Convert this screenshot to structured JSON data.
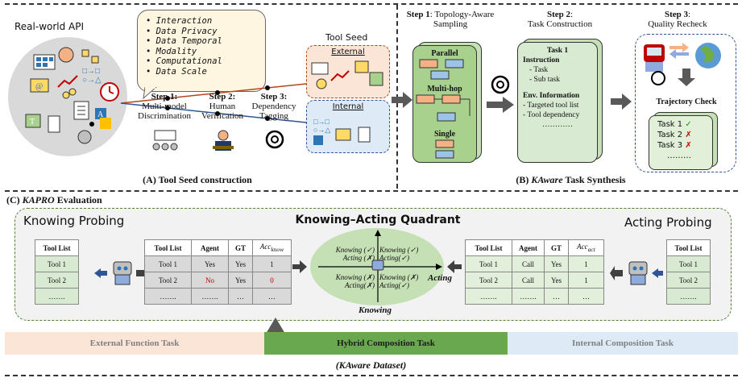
{
  "panelA": {
    "real_world_api": "Real-world API",
    "bubble_items": [
      "Interaction",
      "Data Privacy",
      "Data Temporal",
      "Modality",
      "Computational",
      "Data Scale"
    ],
    "step1": "Step 1:",
    "step1_text": [
      "Multi-model",
      "Discrimination"
    ],
    "step2": "Step 2:",
    "step2_text": [
      "Human",
      "Verification"
    ],
    "step3": "Step 3:",
    "step3_text": [
      "Dependency",
      "Tagging"
    ],
    "tool_seed": "Tool Seed",
    "external": "External",
    "internal": "Internal",
    "caption": "(A) Tool Seed construction"
  },
  "panelB": {
    "step1": "Step 1",
    "step1_text": ": Topology-Aware",
    "step1_text2": "Sampling",
    "parallel": "Parallel",
    "multihop": "Multi-hop",
    "single": "Single",
    "step2": "Step 2",
    "step2_text": "Task Construction",
    "task_title": "Task 1",
    "instruction": "Instruction",
    "task_item": "- Task",
    "subtask_item": "- Sub task",
    "env_info": "Env. Information",
    "env_item1": "- Targeted tool list",
    "env_item2": "- Tool dependency",
    "ellipsis": "…………",
    "step3": "Step 3",
    "step3_text": "Quality Recheck",
    "trajectory": "Trajectory Check",
    "tasks": [
      {
        "label": "Task 1",
        "mark": "✓"
      },
      {
        "label": "Task 2",
        "mark": "✗"
      },
      {
        "label": "Task 3",
        "mark": "✗"
      }
    ],
    "task_more": "………",
    "caption_pre": "(B) ",
    "caption_em": "KAware",
    "caption_post": " Task Synthesis"
  },
  "panelC": {
    "title_pre": "(C) ",
    "title_em": "KAPRO",
    "title_post": " Evaluation",
    "knowing_probing": "Knowing Probing",
    "acting_probing": "Acting Probing",
    "quadrant_title": "Knowing–Acting Quadrant",
    "tool_list": {
      "head": "Tool List",
      "rows": [
        "Tool 1",
        "Tool 2",
        "……."
      ]
    },
    "knowing_table": {
      "headers": [
        "Tool List",
        "Agent",
        "GT",
        "Acc"
      ],
      "acc_sub": "know",
      "rows": [
        [
          "Tool 1",
          "Yes",
          "Yes",
          "1"
        ],
        [
          "Tool 2",
          "No",
          "Yes",
          "0"
        ],
        [
          "…….",
          "…….",
          "…",
          "…"
        ]
      ]
    },
    "acting_table": {
      "headers": [
        "Tool List",
        "Agent",
        "GT",
        "Acc"
      ],
      "acc_sub": "act",
      "rows": [
        [
          "Tool 1",
          "Call",
          "Yes",
          "1"
        ],
        [
          "Tool 2",
          "Call",
          "Yes",
          "1"
        ],
        [
          "…….",
          "…….",
          "…",
          "…"
        ]
      ]
    },
    "quadrant": {
      "tl": [
        "Knowing (✓)",
        "Acting (✗)"
      ],
      "tr": [
        "Knowing (✓)",
        "Acting(✓)"
      ],
      "bl": [
        "Knowing (✗)",
        "Acting(✗)"
      ],
      "br": [
        "Knowing (✗)",
        "Acting(✓)"
      ],
      "x_label": "Acting",
      "y_label": "Knowing"
    }
  },
  "dataset": {
    "external": "External Function Task",
    "hybrid": "Hybrid Composition Task",
    "internal": "Internal Composition Task",
    "caption": "(KAware Dataset)"
  },
  "colors": {
    "external_bg": "#fbe5d6",
    "internal_bg": "#deebf7",
    "green": "#70ad47",
    "light_green": "#c5e0b4",
    "hybrid": "#6aa84f"
  }
}
